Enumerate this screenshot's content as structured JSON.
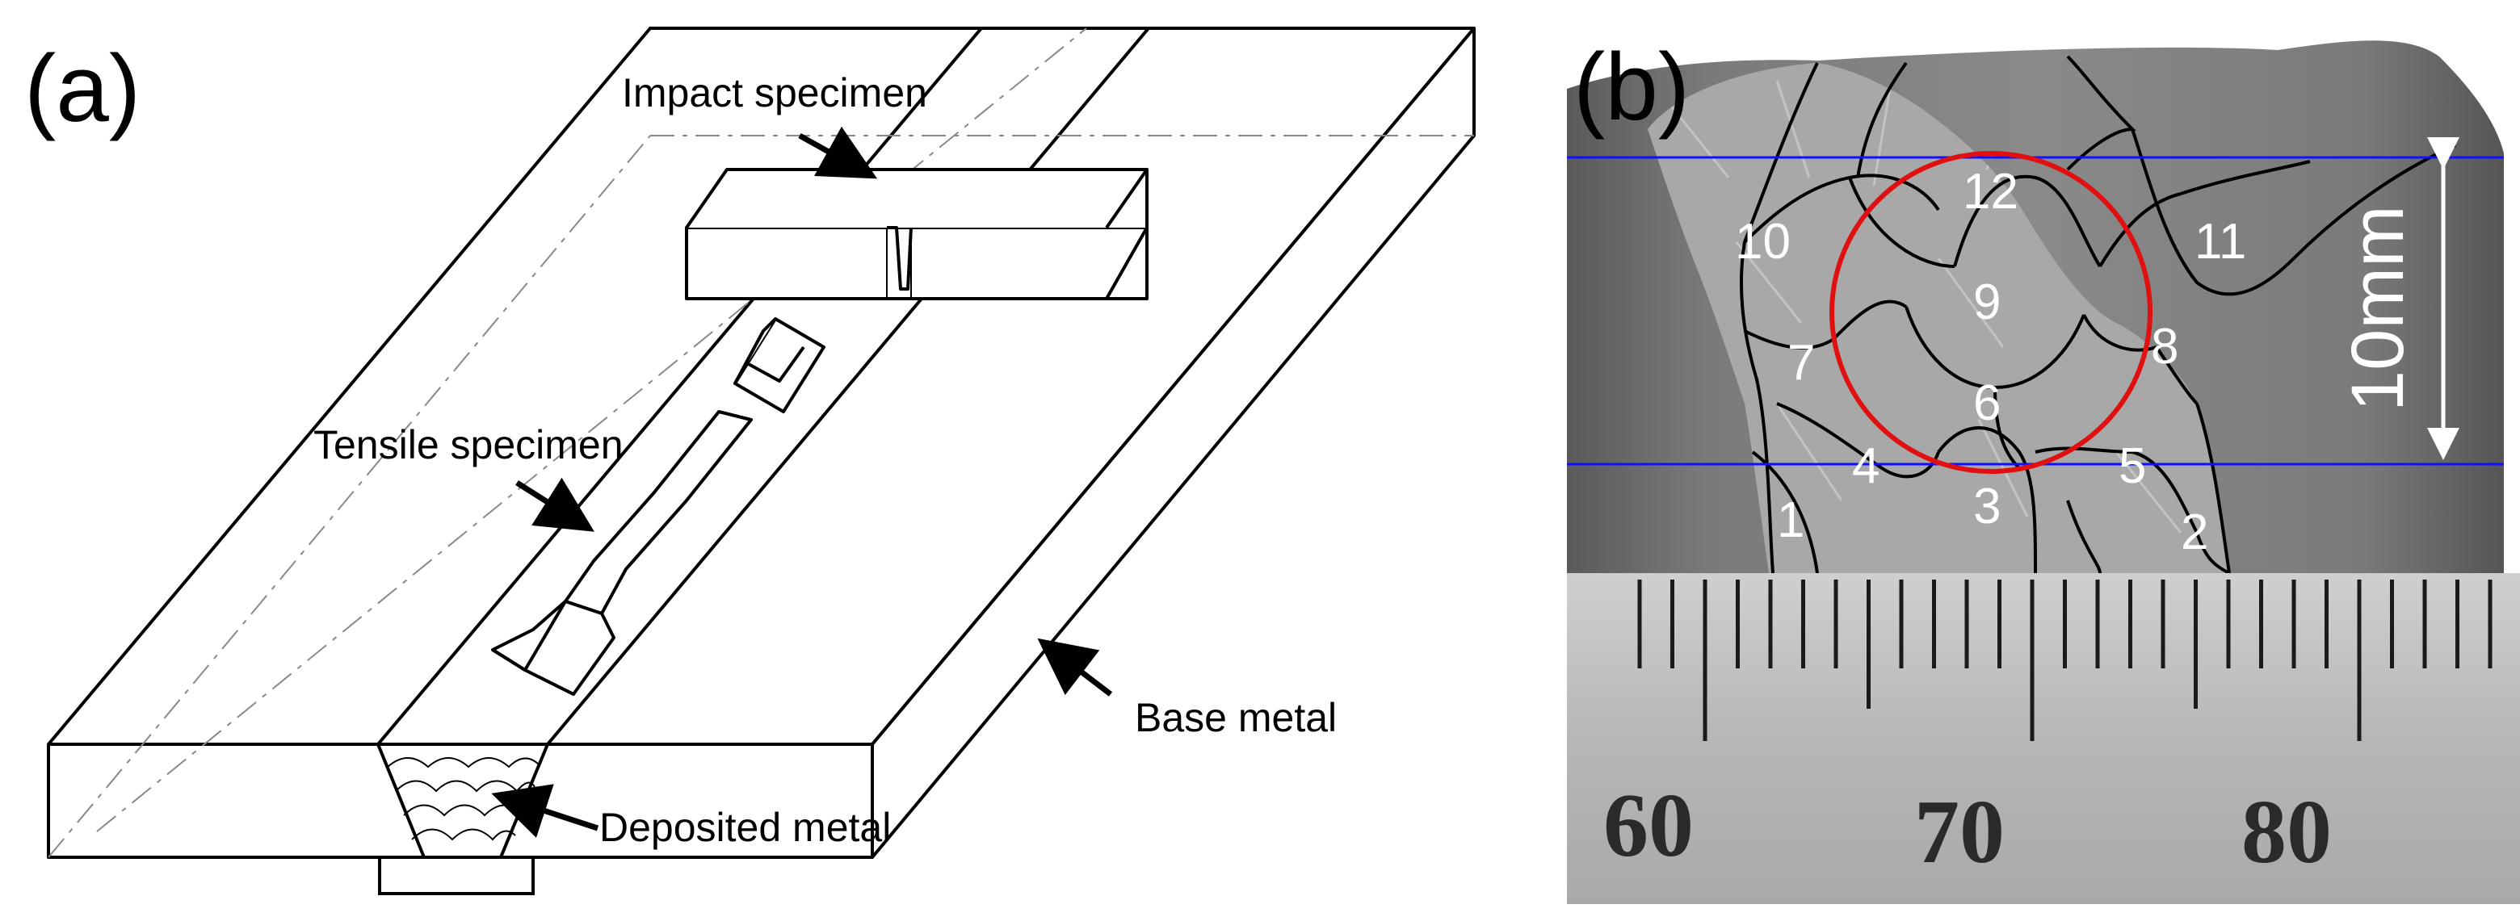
{
  "panel_a": {
    "letter": "(a)",
    "labels": {
      "impact_specimen": "Impact specimen",
      "tensile_specimen": "Tensile specimen",
      "base_metal": "Base metal",
      "deposited_metal": "Deposited metal"
    }
  },
  "panel_b": {
    "letter": "(b)",
    "zones": [
      "1",
      "2",
      "3",
      "4",
      "5",
      "6",
      "7",
      "8",
      "9",
      "10",
      "11",
      "12"
    ],
    "dimension": "10mm",
    "ruler_labels": [
      "60",
      "70",
      "80"
    ],
    "colors": {
      "reference_lines": "#1010ff",
      "circle": "#e01010",
      "dimension_arrow": "#ffffff"
    }
  }
}
